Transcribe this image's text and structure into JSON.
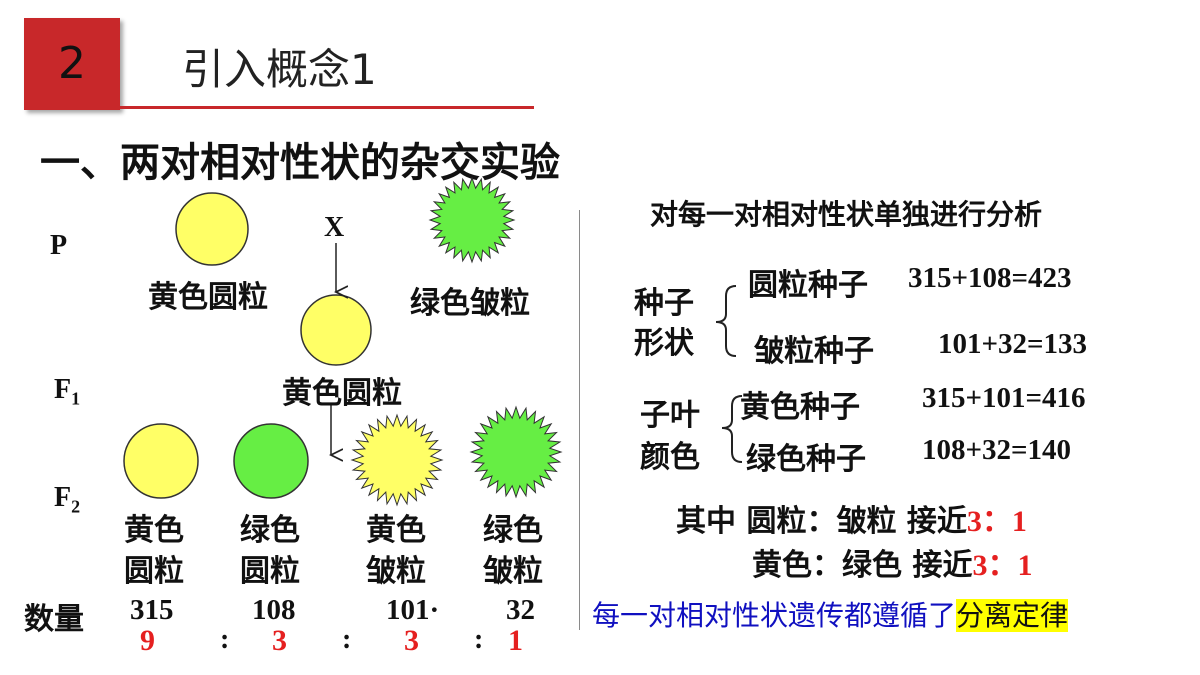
{
  "slide": {
    "section_number": "2",
    "title": "引入概念1",
    "heading": "一、两对相对性状的杂交实验"
  },
  "cross": {
    "gen_p": "P",
    "gen_f1": "F",
    "gen_f1_sub": "1",
    "gen_f2": "F",
    "gen_f2_sub": "2",
    "cross_symbol": "X",
    "p_left_label": "黄色圆粒",
    "p_right_label": "绿色皱粒",
    "f1_label": "黄色圆粒",
    "f2": [
      {
        "line1": "黄色",
        "line2": "圆粒",
        "count": "315",
        "ratio": "9"
      },
      {
        "line1": "绿色",
        "line2": "圆粒",
        "count": "108",
        "ratio": "3"
      },
      {
        "line1": "黄色",
        "line2": "皱粒",
        "count": "101·",
        "ratio": "3"
      },
      {
        "line1": "绿色",
        "line2": "皱粒",
        "count": "32",
        "ratio": "1"
      }
    ],
    "count_label": "数量",
    "colon": ":"
  },
  "analysis": {
    "title": "对每一对相对性状单独进行分析",
    "shape_group_line1": "种子",
    "shape_group_line2": "形状",
    "round_label": "圆粒种子",
    "round_calc": "315+108=423",
    "wrinkled_label": "皱粒种子",
    "wrinkled_calc": "101+32=133",
    "color_group_line1": "子叶",
    "color_group_line2": "颜色",
    "yellow_label": "黄色种子",
    "yellow_calc": "315+101=416",
    "green_label": "绿色种子",
    "green_calc": "108+32=140",
    "ratio1_prefix": "其中 圆粒：皱粒 接近",
    "ratio1_value_a": "3",
    "ratio1_sep": "：",
    "ratio1_value_b": "1",
    "ratio2_prefix": "黄色：绿色 接近",
    "ratio2_value_a": "3",
    "ratio2_sep": "：",
    "ratio2_value_b": "1",
    "conclusion_prefix": "每一对相对性状遗传都遵循了",
    "conclusion_highlight": "分离定律"
  },
  "colors": {
    "accent_red": "#c8282a",
    "yellow_seed": "#ffff66",
    "green_seed": "#66ee44",
    "conclusion_blue": "#1010c0",
    "highlight": "#ffff00"
  }
}
